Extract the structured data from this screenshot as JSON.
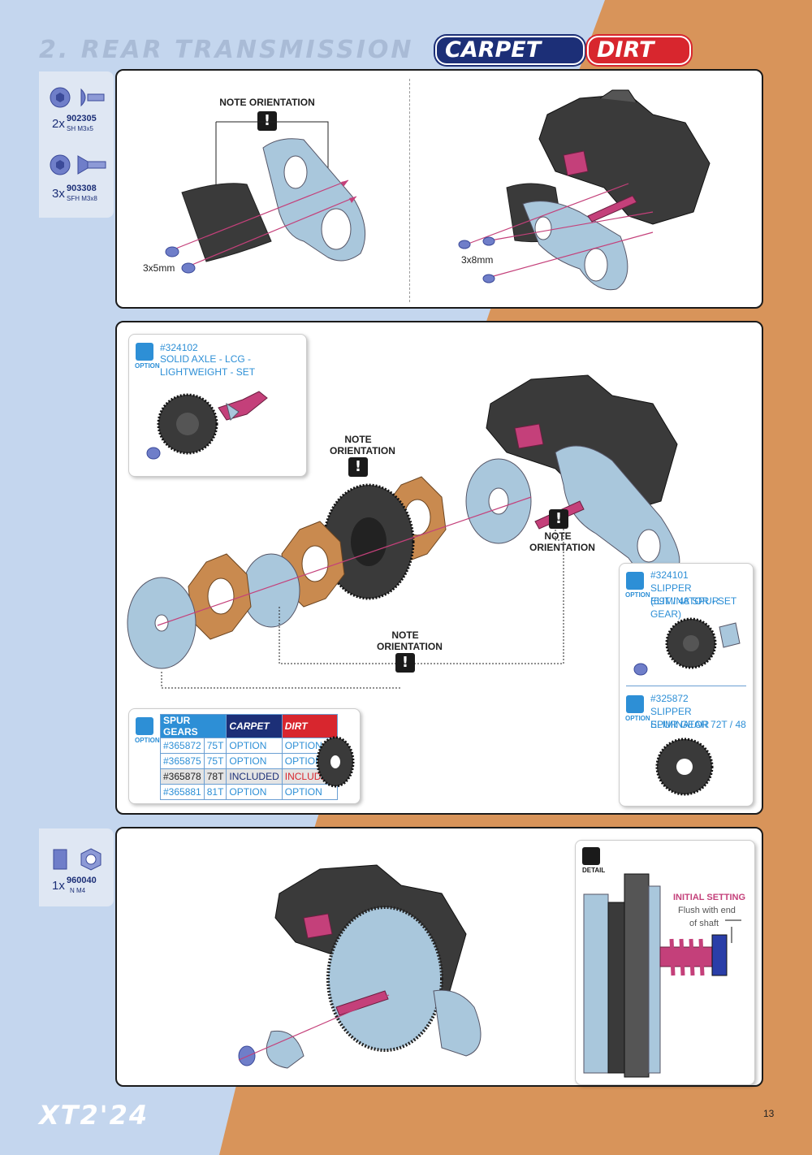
{
  "header": {
    "title": "2. REAR TRANSMISSION",
    "carpet_badge": "CARPET",
    "dirt_badge": "DIRT"
  },
  "hardware_1": {
    "items": [
      {
        "qty": "2x",
        "code": "902305",
        "desc": "SH M3x5"
      },
      {
        "qty": "3x",
        "code": "903308",
        "desc": "SFH M3x8"
      }
    ]
  },
  "step1": {
    "note_orientation": "NOTE ORIENTATION",
    "left_screw_label": "3x5mm",
    "right_screw_label": "3x8mm"
  },
  "step2": {
    "note_orientation_1": "NOTE ORIENTATION",
    "note_orientation_2": "NOTE ORIENTATION",
    "note_orientation_3": "NOTE ORIENTATION",
    "option_axle": {
      "option_label": "OPTION",
      "code": "#324102",
      "name": "SOLID AXLE - LCG - LIGHTWEIGHT - SET"
    },
    "option_slipper": {
      "option_label": "OPTION",
      "code": "#324101",
      "name": "SLIPPER ELIMINATOR - SET",
      "sub": "(69T / 48 SPUR GEAR)"
    },
    "option_spur": {
      "option_label": "OPTION",
      "code": "#325872",
      "name": "SLIPPER ELIMINATOR",
      "sub": "SPUR GEAR 72T / 48"
    },
    "spur_table": {
      "option_label": "OPTION",
      "header": "SPUR GEARS",
      "col_carpet": "CARPET",
      "col_dirt": "DIRT",
      "rows": [
        {
          "code": "#365872",
          "teeth": "75T",
          "carpet": "OPTION",
          "dirt": "OPTION"
        },
        {
          "code": "#365875",
          "teeth": "75T",
          "carpet": "OPTION",
          "dirt": "OPTION"
        },
        {
          "code": "#365878",
          "teeth": "78T",
          "carpet": "INCLUDED",
          "dirt": "INCLUDED"
        },
        {
          "code": "#365881",
          "teeth": "81T",
          "carpet": "OPTION",
          "dirt": "OPTION"
        }
      ]
    }
  },
  "hardware_2": {
    "qty": "1x",
    "code": "960040",
    "desc": "N M4"
  },
  "step3": {
    "detail_label": "DETAIL",
    "initial_setting": "INITIAL SETTING",
    "flush_text_1": "Flush with end",
    "flush_text_2": "of shaft"
  },
  "footer": {
    "logo": "XT2'24",
    "page_number": "13"
  },
  "colors": {
    "blue_bg": "#c4d6ee",
    "orange_bg": "#d8945a",
    "navy": "#1c2f77",
    "red": "#d8262e",
    "accent_blue": "#2d8fd6",
    "part_light_blue": "#a9c7dc",
    "part_dark": "#3a3a3a",
    "part_pink": "#c4407a",
    "part_copper": "#c98a4f"
  }
}
